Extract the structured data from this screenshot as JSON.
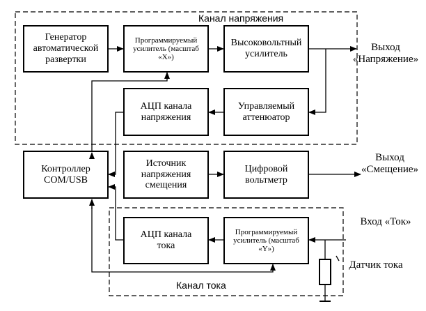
{
  "groups": {
    "voltage_channel": "Канал напряжения",
    "current_channel": "Канал тока"
  },
  "blocks": {
    "sweep_generator": "Генератор автоматической развертки",
    "prog_amp_x": "Программируемый усилитель (масштаб «X»)",
    "hv_amp": "Высоковольтный усилитель",
    "adc_voltage": "АЦП канала напряжения",
    "attenuator": "Управляемый аттенюатор",
    "controller": "Контроллер COM/USB",
    "bias_source": "Источник напряжения смещения",
    "voltmeter": "Цифровой вольтметр",
    "adc_current": "АЦП канала тока",
    "prog_amp_y": "Программируемый усилитель (масштаб «Y»)"
  },
  "io": {
    "out_voltage": "Выход «Напряжение»",
    "out_bias": "Выход «Смещение»",
    "in_current": "Вход «Ток»",
    "current_sensor": "Датчик тока"
  },
  "colors": {
    "line": "#000000",
    "background": "#ffffff"
  }
}
